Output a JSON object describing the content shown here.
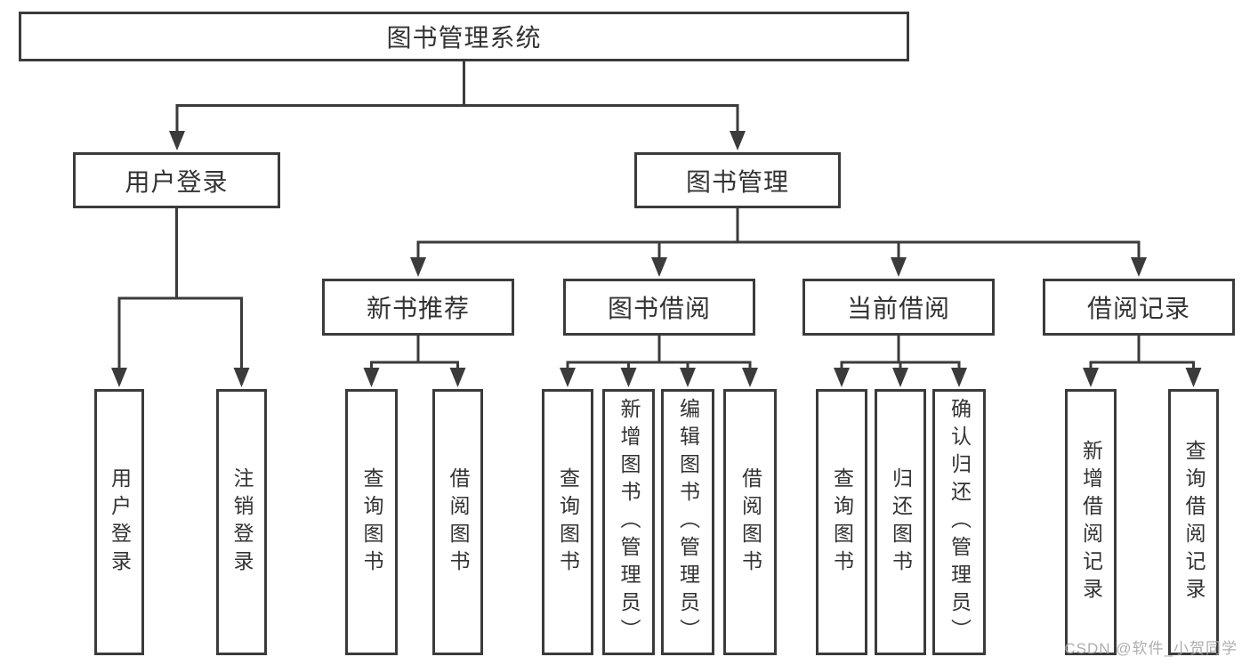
{
  "diagram_title": "图书管理系统",
  "nodes": {
    "root": "图书管理系统",
    "user_login": "用户登录",
    "book_mgmt": "图书管理",
    "login": "用户登录",
    "logout": "注销登录",
    "new_book_rec": "新书推荐",
    "book_borrow": "图书借阅",
    "current_borrow": "当前借阅",
    "borrow_record": "借阅记录",
    "nbr_query": "查询图书",
    "nbr_borrow": "借阅图书",
    "bb_query": "查询图书",
    "bb_add": "新增图书（管理员）",
    "bb_edit": "编辑图书（管理员）",
    "bb_borrow": "借阅图书",
    "cb_query": "查询图书",
    "cb_return": "归还图书",
    "cb_confirm": "确认归还（管理员）",
    "br_add": "新增借阅记录",
    "br_query": "查询借阅记录"
  },
  "edges": [
    {
      "from": "图书管理系统",
      "to": "用户登录"
    },
    {
      "from": "图书管理系统",
      "to": "图书管理"
    },
    {
      "from": "用户登录",
      "to": "用户登录"
    },
    {
      "from": "用户登录",
      "to": "注销登录"
    },
    {
      "from": "图书管理",
      "to": "新书推荐"
    },
    {
      "from": "图书管理",
      "to": "图书借阅"
    },
    {
      "from": "图书管理",
      "to": "当前借阅"
    },
    {
      "from": "图书管理",
      "to": "借阅记录"
    },
    {
      "from": "新书推荐",
      "to": "查询图书"
    },
    {
      "from": "新书推荐",
      "to": "借阅图书"
    },
    {
      "from": "图书借阅",
      "to": "查询图书"
    },
    {
      "from": "图书借阅",
      "to": "新增图书（管理员）"
    },
    {
      "from": "图书借阅",
      "to": "编辑图书（管理员）"
    },
    {
      "from": "图书借阅",
      "to": "借阅图书"
    },
    {
      "from": "当前借阅",
      "to": "查询图书"
    },
    {
      "from": "当前借阅",
      "to": "归还图书"
    },
    {
      "from": "当前借阅",
      "to": "确认归还（管理员）"
    },
    {
      "from": "借阅记录",
      "to": "新增借阅记录"
    },
    {
      "from": "借阅记录",
      "to": "查询借阅记录"
    }
  ],
  "colors": {
    "line": "#3b3b3b",
    "text": "#333333",
    "background": "#ffffff",
    "watermark": "#a8a8a8"
  },
  "watermark": {
    "text": "CSDN @软件_小贺同学"
  }
}
